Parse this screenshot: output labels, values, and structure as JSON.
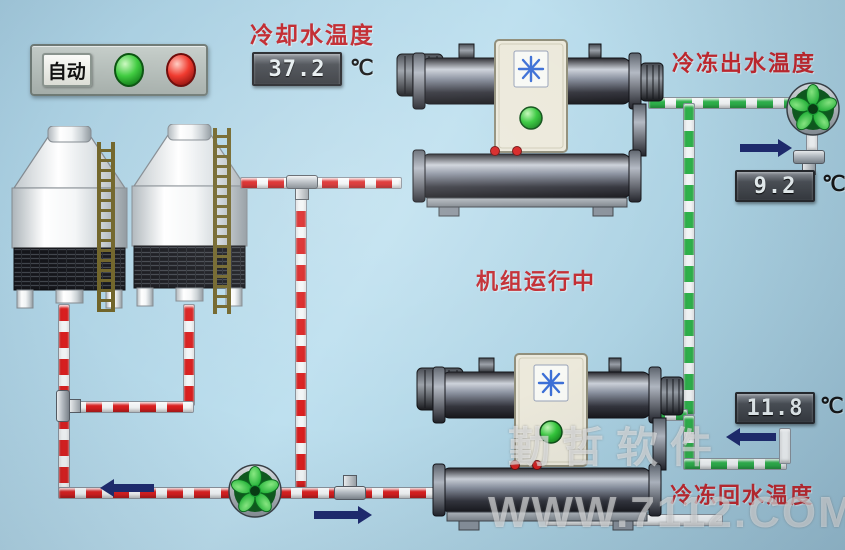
{
  "panel": {
    "auto_label": "自动"
  },
  "labels": {
    "cooling_water_temp": "冷却水温度",
    "chilled_outlet_temp": "冷冻出水温度",
    "chilled_return_temp": "冷冻回水温度",
    "status": "机组运行中"
  },
  "displays": {
    "cooling_water": {
      "value": "37.2",
      "unit": "℃"
    },
    "chilled_outlet": {
      "value": "9.2",
      "unit": "℃"
    },
    "chilled_return": {
      "value": "11.8",
      "unit": "℃"
    }
  },
  "watermark": {
    "line1": "勤哲软件",
    "line2": "WWW.7112.COM"
  },
  "icons": {
    "pump": "green-fan-blades",
    "chiller_logo": "blue-snowflake",
    "indicator_lights": "round-lamps"
  },
  "colors": {
    "background_blue": "#aed3e4",
    "label_red": "#c1272d",
    "pipe_red": "#da1f1f",
    "pipe_green": "#2eb24a",
    "arrow_blue": "#1e2a6e",
    "display_bg": "#3f4348",
    "indicator_green": "#3ecb3e",
    "indicator_red": "#f03428"
  }
}
